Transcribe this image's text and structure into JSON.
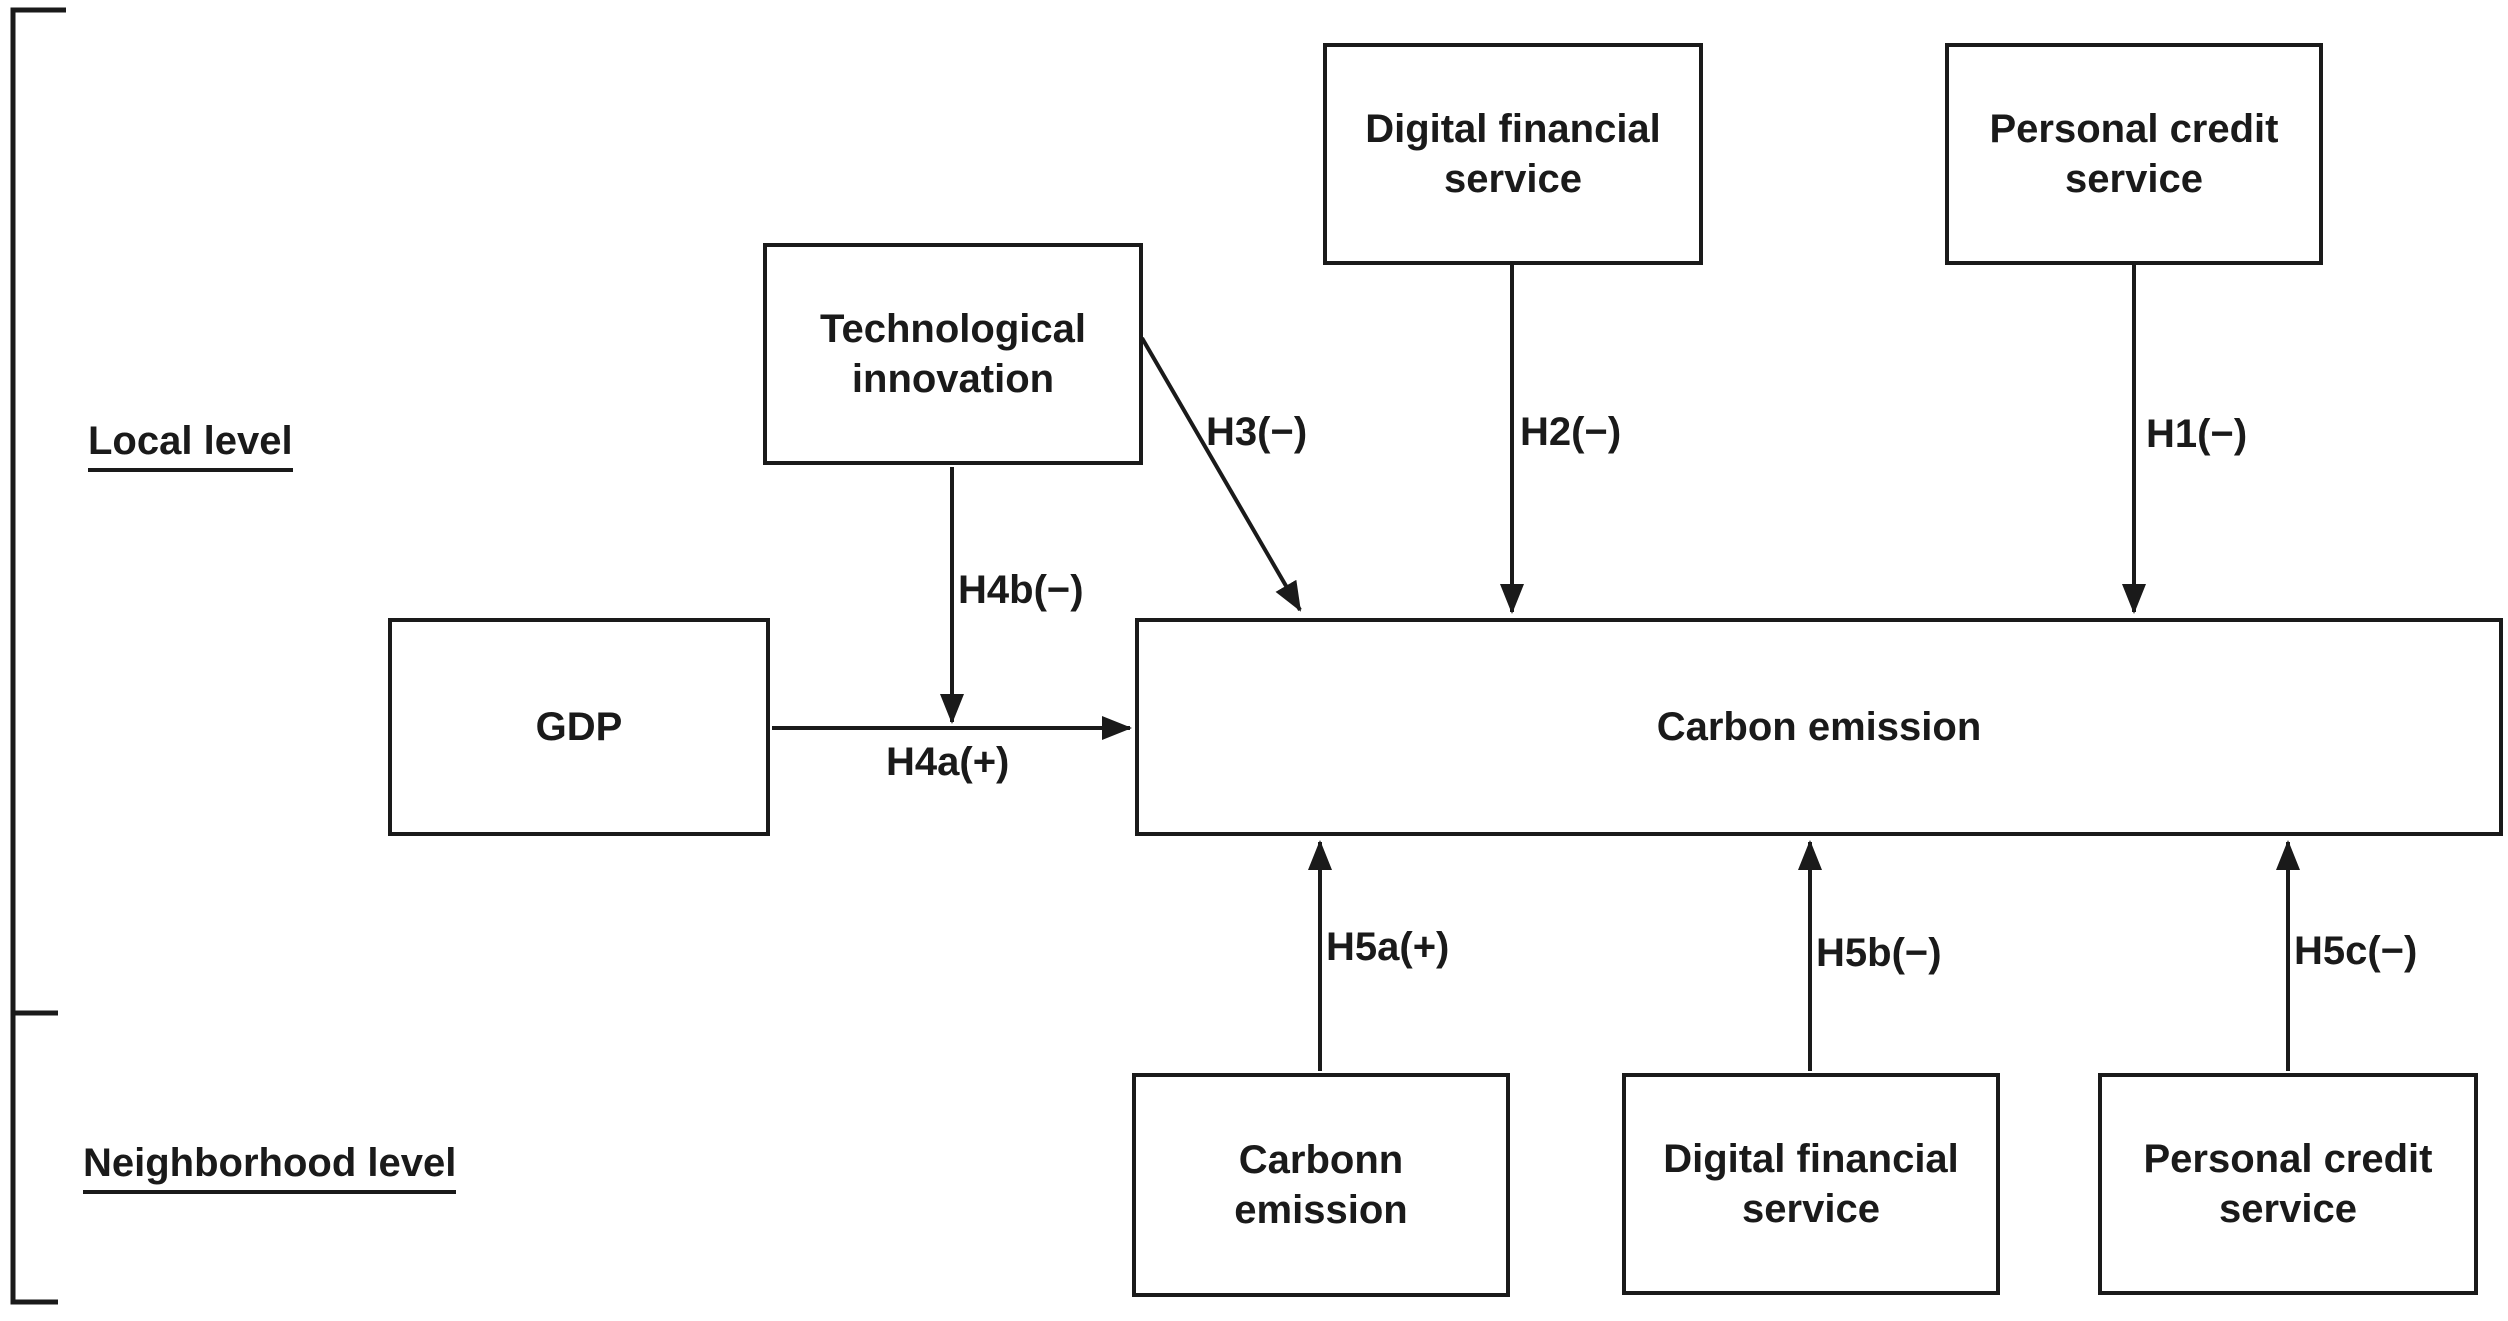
{
  "levels": {
    "local": "Local level",
    "neighborhood": "Neighborhood level"
  },
  "boxes": {
    "tech_innovation": "Technological\ninnovation",
    "digital_financial_local": "Digital financial\nservice",
    "personal_credit_local": "Personal credit\nservice",
    "gdp": "GDP",
    "carbon_emission_main": "Carbon emission",
    "carbon_emission_neighborhood": "Carbonn\nemission",
    "digital_financial_neighborhood": "Digital financial\nservice",
    "personal_credit_neighborhood": "Personal credit\nservice"
  },
  "hypotheses": {
    "h1": "H1(−)",
    "h2": "H2(−)",
    "h3": "H3(−)",
    "h4a": "H4a(+)",
    "h4b": "H4b(−)",
    "h5a": "H5a(+)",
    "h5b": "H5b(−)",
    "h5c": "H5c(−)"
  },
  "colors": {
    "line": "#1a1a1a",
    "background": "#ffffff",
    "text": "#1a1a1a"
  }
}
